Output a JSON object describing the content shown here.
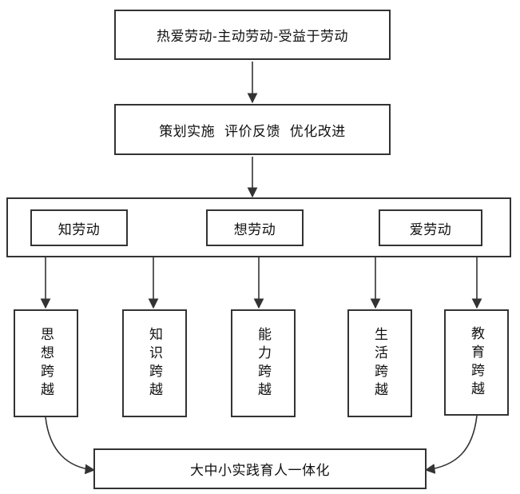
{
  "top_box": "热爱劳动-主动劳动-受益于劳动",
  "middle_box": "策划实施  评价反馈  优化改进",
  "group_items": [
    "知劳动",
    "想劳动",
    "爱劳动"
  ],
  "crossings": [
    "思想跨越",
    "知识跨越",
    "能力跨越",
    "生活跨越",
    "教育跨越"
  ],
  "bottom_box": "大中小实践育人一体化"
}
